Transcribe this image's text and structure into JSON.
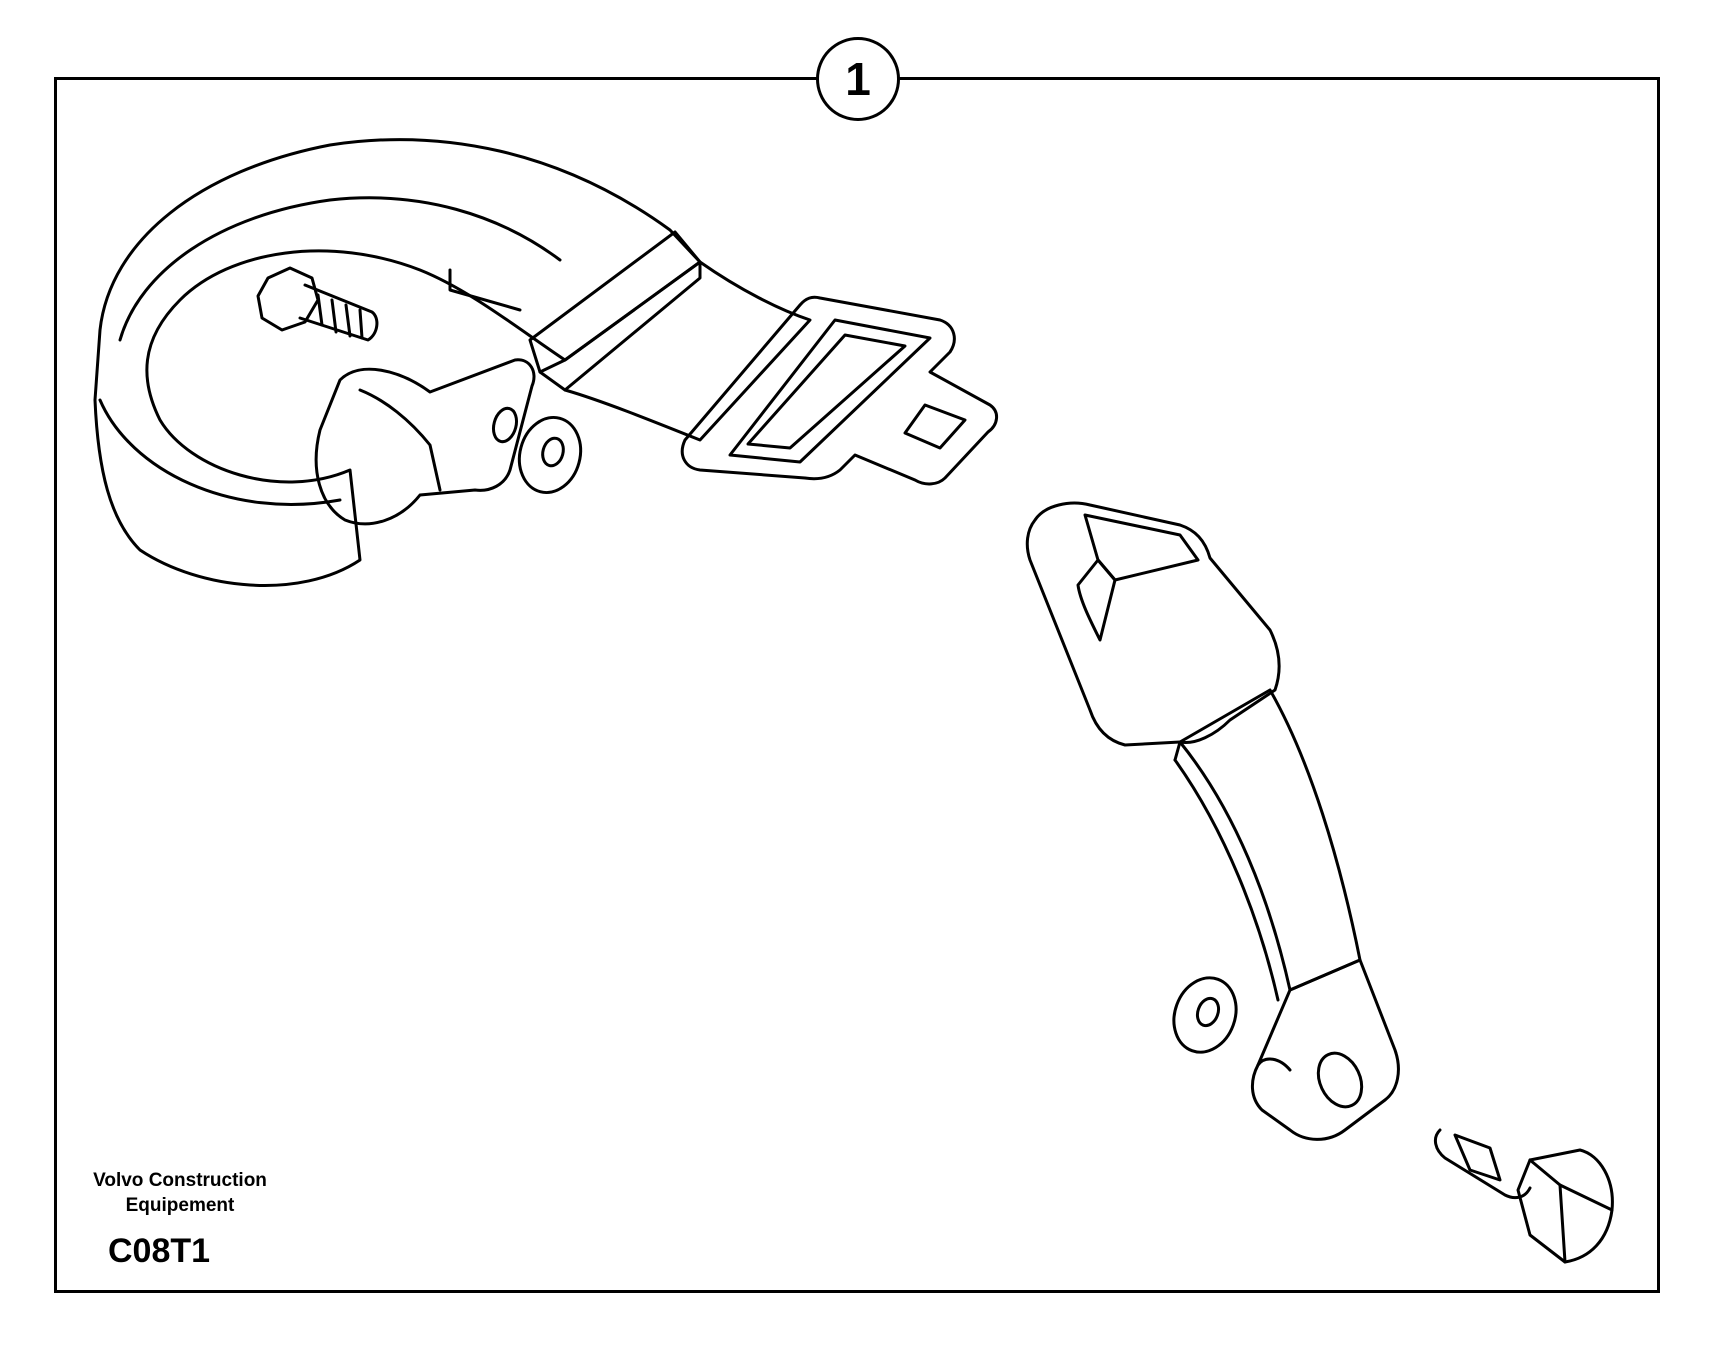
{
  "diagram": {
    "callout_number": "1",
    "manufacturer_line1": "Volvo Construction",
    "manufacturer_line2": "Equipement",
    "drawing_code": "C08T1"
  }
}
